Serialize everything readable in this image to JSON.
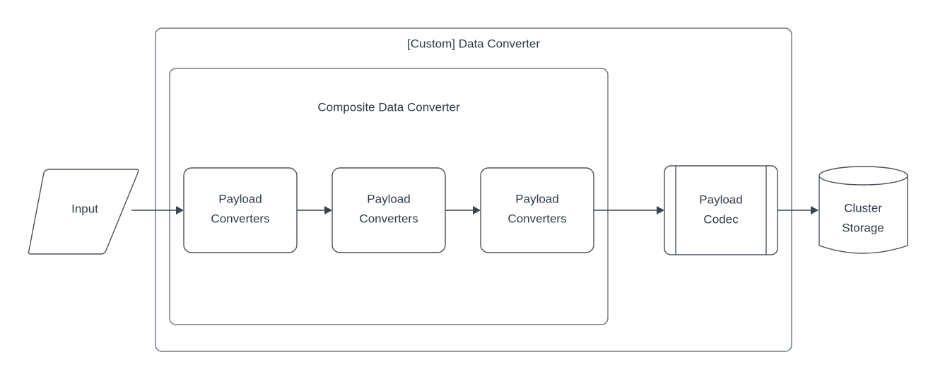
{
  "diagram": {
    "title": "[Custom] Data Converter",
    "background_color": "#ffffff",
    "stroke_color": "#48515b",
    "container_stroke_color": "#6b7682",
    "text_color": "#2f3a45",
    "containers": [
      {
        "id": "custom-data-converter",
        "label": "[Custom] Data Converter",
        "shape": "rounded-rectangle"
      },
      {
        "id": "composite-data-converter",
        "label": "Composite Data Converter",
        "shape": "rounded-rectangle"
      }
    ],
    "nodes": [
      {
        "id": "input",
        "label": "Input",
        "shape": "parallelogram"
      },
      {
        "id": "payload-converters-1",
        "label_line1": "Payload",
        "label_line2": "Converters",
        "shape": "rounded-rectangle"
      },
      {
        "id": "payload-converters-2",
        "label_line1": "Payload",
        "label_line2": "Converters",
        "shape": "rounded-rectangle"
      },
      {
        "id": "payload-converters-3",
        "label_line1": "Payload",
        "label_line2": "Converters",
        "shape": "rounded-rectangle"
      },
      {
        "id": "payload-codec",
        "label_line1": "Payload",
        "label_line2": "Codec",
        "shape": "process"
      },
      {
        "id": "cluster-storage",
        "label_line1": "Cluster",
        "label_line2": "Storage",
        "shape": "cylinder"
      }
    ],
    "edges": [
      {
        "id": "input-to-pc1",
        "from": "input",
        "to": "payload-converters-1"
      },
      {
        "id": "pc1-to-pc2",
        "from": "payload-converters-1",
        "to": "payload-converters-2"
      },
      {
        "id": "pc2-to-pc3",
        "from": "payload-converters-2",
        "to": "payload-converters-3"
      },
      {
        "id": "pc3-to-codec",
        "from": "payload-converters-3",
        "to": "payload-codec"
      },
      {
        "id": "codec-to-storage",
        "from": "payload-codec",
        "to": "cluster-storage"
      }
    ]
  }
}
